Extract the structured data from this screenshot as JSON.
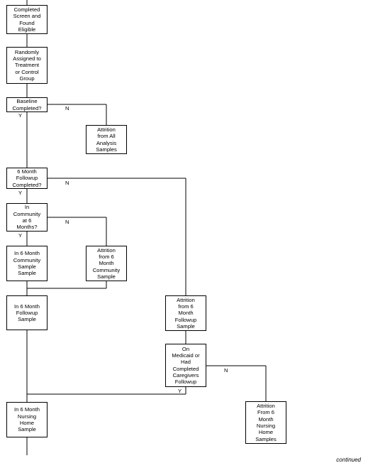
{
  "boxes": {
    "screen_eligible": "Completed\nScreen and\nFound\nEligible",
    "random_assign": "Randomly\nAssigned to\nTreatment\nor Control\nGroup",
    "baseline": "Baseline\nCompleted?",
    "attrition_all": "Attrition\nfrom All\nAnalysis\nSamples",
    "followup_6m": "6 Month\nFollowup\nCompleted?",
    "in_community": "In\nCommunity\nat 6\nMonths?",
    "community_sample": "In 6 Month\nCommunity\nSample\nSample",
    "attrition_community": "Attrition\nfrom 6\nMonth\nCommunity\nSample",
    "followup_sample": "In 6 Month\nFollowup\nSample",
    "attrition_followup": "Attrition\nfrom 6\nMonth\nFollowup\nSample",
    "medicaid": "On\nMedicaid or\nHad\nCompleted\nCaregivers\nFollowup",
    "nursing_sample": "In 6 Month\nNursing\nHome\nSample",
    "attrition_nursing": "Attrition\nFrom 6\nMonth\nNursing\nHome\nSamples"
  },
  "labels": {
    "baseline_yes": "Y",
    "baseline_no": "N",
    "followup_yes": "Y",
    "followup_no": "N",
    "community_yes": "Y",
    "community_no": "N",
    "medicaid_yes": "Y",
    "medicaid_no": "N"
  },
  "footer": {
    "continued": "continued"
  }
}
